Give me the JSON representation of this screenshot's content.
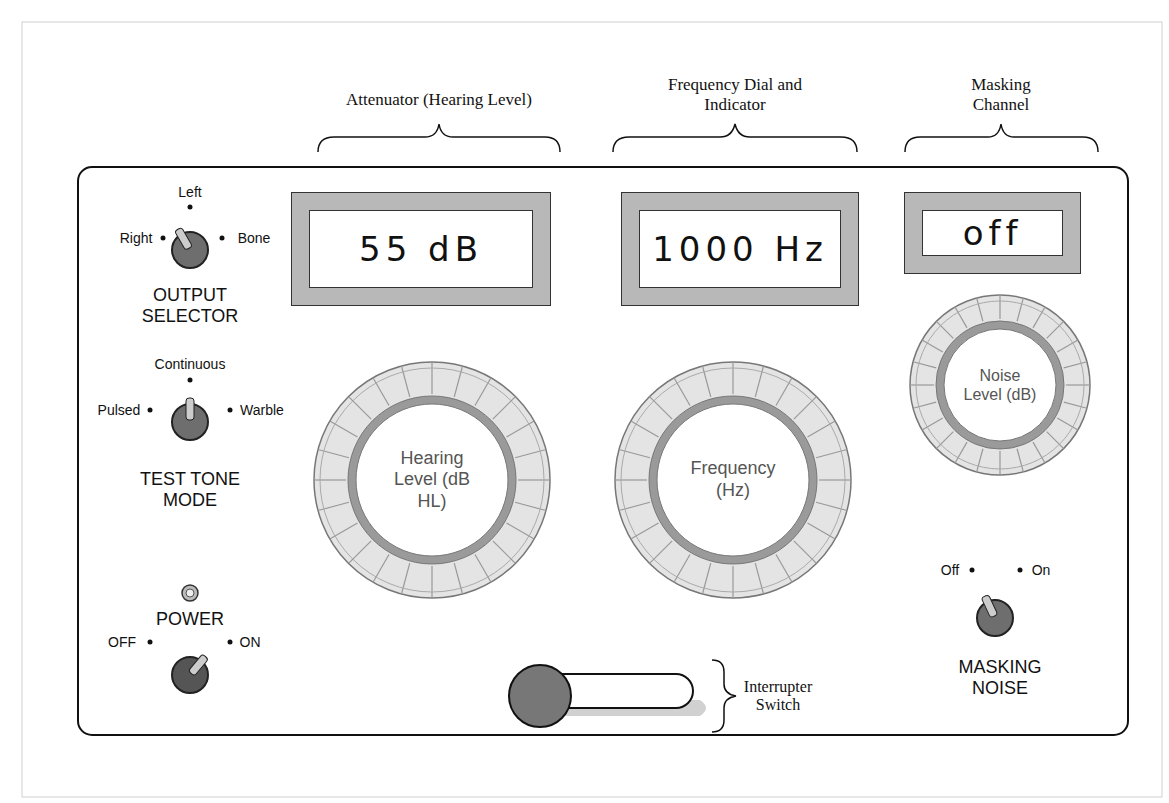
{
  "diagram": {
    "nodes": [
      {
        "text": [
          "55 dB"
        ]
      },
      {
        "text": [
          "1000 Hz"
        ]
      },
      {
        "text": [
          "off"
        ]
      },
      {
        "text": [
          "Hearing Level (dB HL)"
        ]
      },
      {
        "text": [
          "Frequency (Hz)"
        ]
      },
      {
        "text": [
          "Noise Level (dB)"
        ]
      }
    ],
    "labels": [
      "Attenuator (Hearing Level)",
      "Frequency Dial and Indicator",
      "Masking Channel",
      "Right",
      "Left",
      "Bone",
      "OUTPUT SELECTOR",
      "Pulsed",
      "Continuous",
      "Warble",
      "TEST TONE MODE",
      "POWER",
      "OFF",
      "ON",
      "Interrupter Switch",
      "Off",
      "On",
      "MASKING NOISE"
    ]
  }
}
